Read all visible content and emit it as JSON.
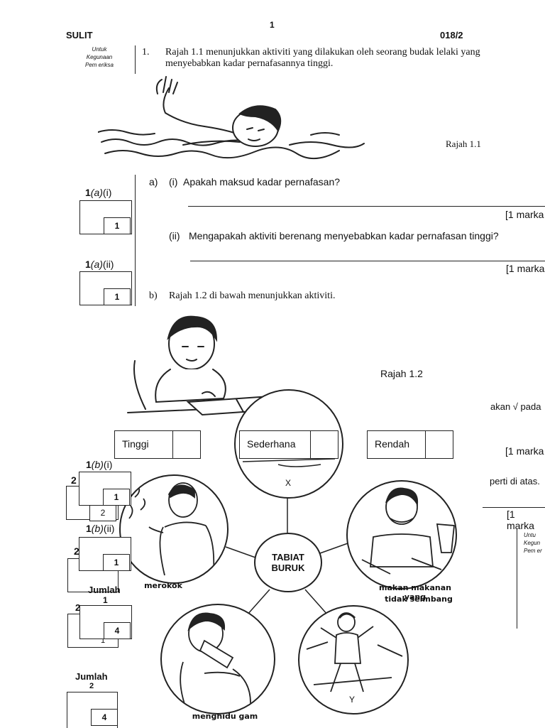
{
  "header": {
    "page_number": "1",
    "left": "SULIT",
    "right": "018/2"
  },
  "margin": {
    "untuk": "Untuk",
    "kegunaan": "Kegunaan",
    "pemeriksa": "Pem eriksa",
    "right_untuk": "Untu",
    "right_kegun": "Kegun",
    "right_pem": "Pem er"
  },
  "q1": {
    "number": "1.",
    "line1": "Rajah 1.1 menunjukkan aktiviti yang dilakukan oleh seorang budak lelaki yang",
    "line2": "menyebabkan kadar pernafasannya tinggi.",
    "fig_caption": "Rajah 1.1"
  },
  "qa": {
    "part": "a)",
    "i_label": "(i)",
    "i_text": "Apakah maksud kadar pernafasan?",
    "i_marks": "[1 marka",
    "ii_label": "(ii)",
    "ii_text": "Mengapakah aktiviti berenang menyebabkan kadar pernafasan tinggi?",
    "ii_marks": "[1 marka"
  },
  "qb": {
    "part": "b)",
    "text": "Rajah 1.2 di bawah menunjukkan aktiviti.",
    "fig_caption": "Rajah 1.2",
    "frag_tick": "akan √ pada",
    "frag_marks1": "[1 marka",
    "frag_atas": "perti di atas.",
    "frag_marks2": "[1 marka"
  },
  "options": [
    "Tinggi",
    "Sederhana",
    "Rendah"
  ],
  "score_boxes": {
    "a_i": {
      "pre": "1",
      "mid": "(a)",
      "post": "(i)",
      "value": "1"
    },
    "a_ii": {
      "pre": "1",
      "mid": "(a)",
      "post": "(ii)",
      "value": "1"
    },
    "b_i": {
      "pre": "1",
      "mid": "(b)",
      "post": "(i)",
      "value": "1"
    },
    "b_ii": {
      "pre": "1",
      "mid": "(b)",
      "post": "(ii)",
      "value": "1"
    },
    "jumlah_label": "Jumlah",
    "jumlah_sub": "1",
    "jumlah_value": "4",
    "ghost_2a": "2",
    "ghost_2b": "2",
    "ghost_2c": "2",
    "ghost_2d": "2",
    "ghost_1": "1",
    "jumlah2_label": "Jumlah",
    "jumlah2_sub": "2",
    "jumlah2_value": "4"
  },
  "diagram": {
    "center_line1": "TABIAT",
    "center_line2": "BURUK",
    "x_label": "X",
    "y_label": "Y",
    "merokok": "merokok",
    "makan1": "makan makanan yang",
    "makan2": "tidak seimbang",
    "gam": "menghidu gam"
  }
}
